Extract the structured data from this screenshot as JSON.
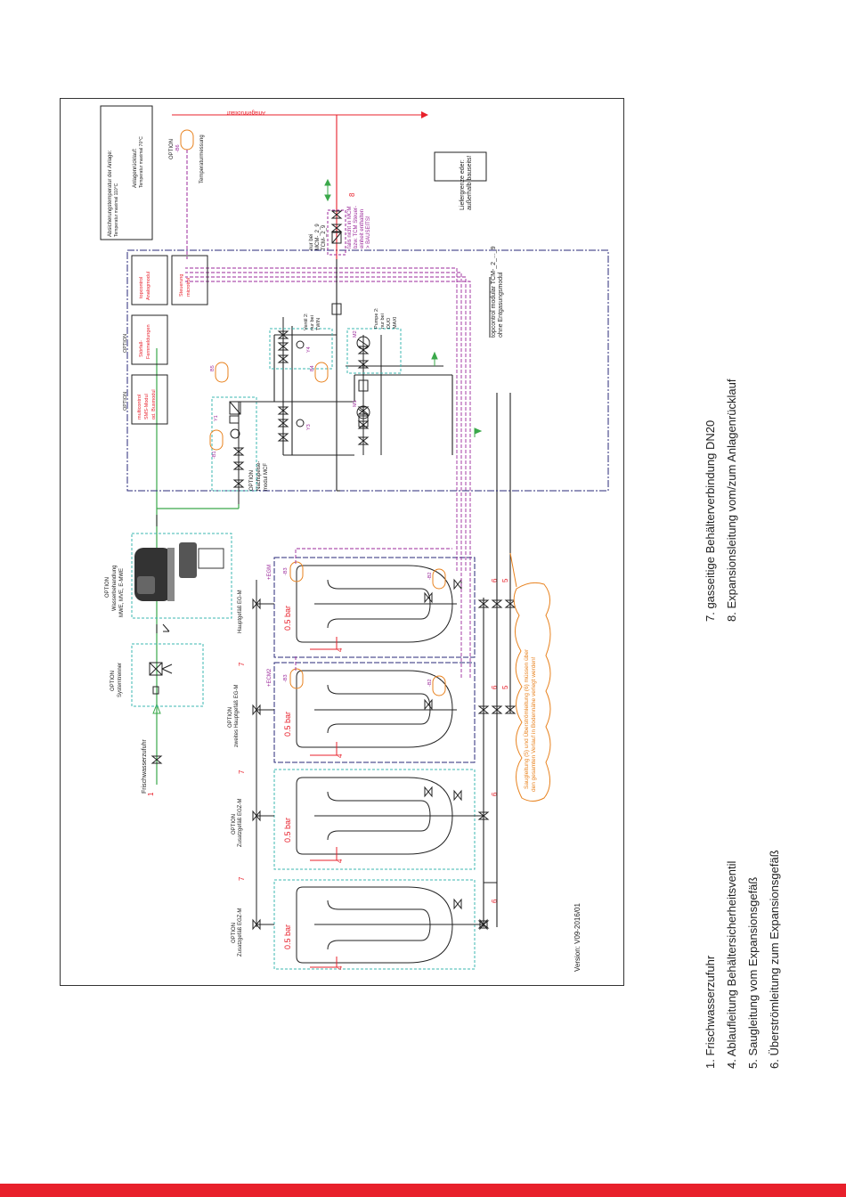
{
  "legend": {
    "items": [
      "1. Frischwasserzufuhr",
      "4. Ablaufleitung Behältersicherheitsventil",
      "5. Saugleitung vom Expansionsgefäß",
      "6. Überströmleitung zum Expansionsgefäß",
      "7. gasseitige Behälterverbindung DN20",
      "8. Expansionsleitung vom/zum Anlagenrücklauf"
    ]
  },
  "diagram": {
    "version": "Version: V09-2016/01",
    "vessels": [
      {
        "option": "OPTION",
        "name": "Zusatzgefäß EGZ-M"
      },
      {
        "option": "OPTION",
        "name": "Zusatzgefäß EGZ-M"
      },
      {
        "option": "OPTION",
        "name": "zweites Hauptgefäß EG-M"
      },
      {
        "option": "",
        "name": "Hauptgefäß EG-M"
      }
    ],
    "pressure": "0.5 bar",
    "egm_tags": [
      "+ECM2",
      "+EGM"
    ],
    "sensor_tags": {
      "b3": "-B3",
      "b2": "-B2",
      "b1": "-B1",
      "b4": "B4",
      "b5": "B5",
      "b6": "-B6"
    },
    "freshwater": "Frischwasserzufuhr",
    "system_separator": {
      "option": "OPTION",
      "name": "Systemtrenner"
    },
    "water_treatment": {
      "option": "OPTION",
      "line1": "Wasserbehandlung",
      "line2": "MWE, MVE, E-MWE"
    },
    "refill_module": {
      "option": "OPTION",
      "line1": "Nachspeise-",
      "line2": "modul MCF"
    },
    "note_cloud": {
      "line1": "Saugleitung (5) und Überströmleitung (6) müssen über",
      "line2": "den gesamten Verlauf in Bodennähe verlegt werden!"
    },
    "valve2": {
      "line1": "Ventil 2:",
      "line2": "nur bei",
      "line3": "TWIN"
    },
    "pump2": {
      "line1": "Pumpe 2:",
      "line2": "nur bei",
      "line3": "DUO",
      "line4": "MAXI"
    },
    "labels": {
      "y1": "Y1",
      "y3": "Y3",
      "y4": "Y4",
      "m1": "M1",
      "m2": "M2"
    },
    "module_label": {
      "line1": "topcontrol modular TCM-_2_..._9",
      "line2": "ohne Entgasungsmodul"
    },
    "option_modules": [
      {
        "option": "OPTION",
        "line1": "multicontrol",
        "line2": "SMS-Modul",
        "line3": "od. Busmodul"
      },
      {
        "option": "OPTION",
        "line1": "Störfall-",
        "line2": "Fernmeldungen",
        "line3": ""
      },
      {
        "option": "",
        "line1": "topcontrol",
        "line2": "Analogmodul",
        "line3": ""
      }
    ],
    "control": {
      "line1": "Steuerung",
      "line2": "microtrol"
    },
    "mcm_note": {
      "line1": "nur bei",
      "line2": "MCM-_2_9",
      "line3": "TCM-_2_9"
    },
    "mcm_note2": {
      "line1": "falls nicht in MCM",
      "line2": "bzw. TCM Steuer-",
      "line3": "einheit enthalten",
      "line4": "> BAUSEITS!"
    },
    "temperature": {
      "option": "OPTION",
      "label": "Temperaturmessung"
    },
    "return_label": "Anlagenrücklauf",
    "safety_temp": {
      "line1": "Absicherungstemperatur der Anlage:",
      "line2": "Temperatur maximal 110°C",
      "line3": "Anlagenrücklauf:",
      "line4": "Temperatur maximal 70°C"
    },
    "delivery_limit": {
      "line1": "Liefergrenze eder:",
      "line2": "außerhalb bauseits!"
    },
    "line_numbers": {
      "n1": "1",
      "n4": "4",
      "n5": "5",
      "n6": "6",
      "n7": "7",
      "n8": "8"
    }
  },
  "colors": {
    "red": "#e8202b",
    "orange": "#e8821e",
    "green": "#3aa84a",
    "purple": "#9b2a9b",
    "cyan": "#3bb7b0",
    "navy": "#2a2a7a"
  }
}
